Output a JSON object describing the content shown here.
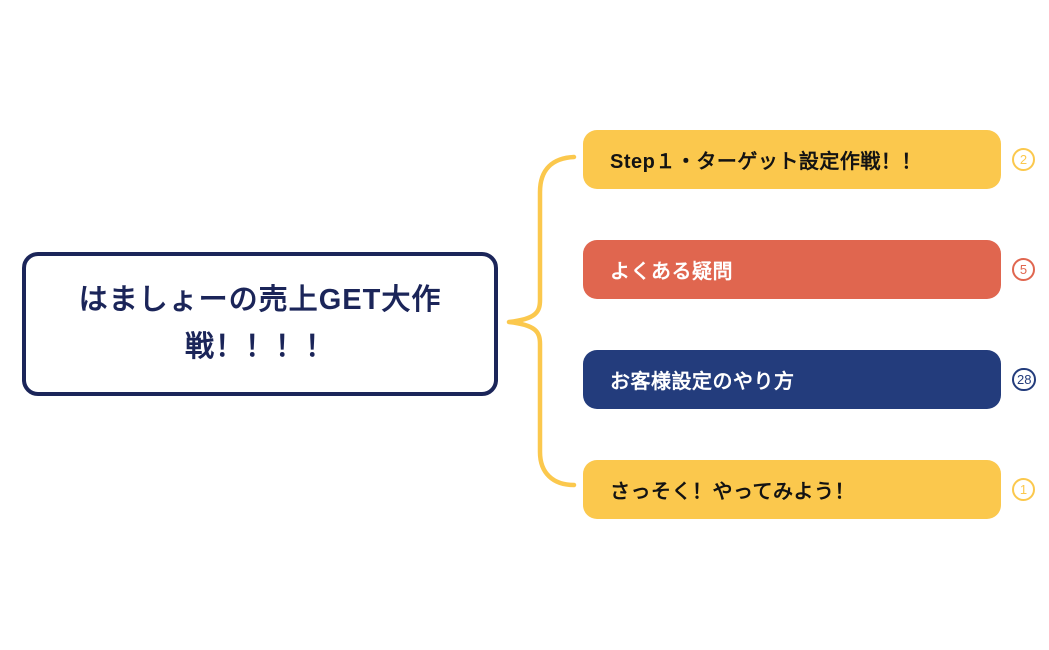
{
  "root_node": {
    "title_prefix": "はましょーの売上",
    "title_bold": "GET",
    "title_line1_suffix": "大作",
    "title_line2": "戦！！！！",
    "border_color": "#1b2559",
    "text_color": "#1b2559",
    "background": "#ffffff"
  },
  "connector": {
    "shape": "curly-brace",
    "color": "#fbc84d"
  },
  "branches": [
    {
      "label": "Step１・ターゲット設定作戦！！",
      "badge_count": "2",
      "color": "#fbc84d",
      "text_color": "#131313"
    },
    {
      "label": "よくある疑問",
      "badge_count": "5",
      "color": "#e0664f",
      "text_color": "#ffffff"
    },
    {
      "label": "お客様設定のやり方",
      "badge_count": "28",
      "color": "#233c7c",
      "text_color": "#ffffff"
    },
    {
      "label": "さっそく！やってみよう！",
      "badge_count": "1",
      "color": "#fbc84d",
      "text_color": "#131313"
    }
  ]
}
